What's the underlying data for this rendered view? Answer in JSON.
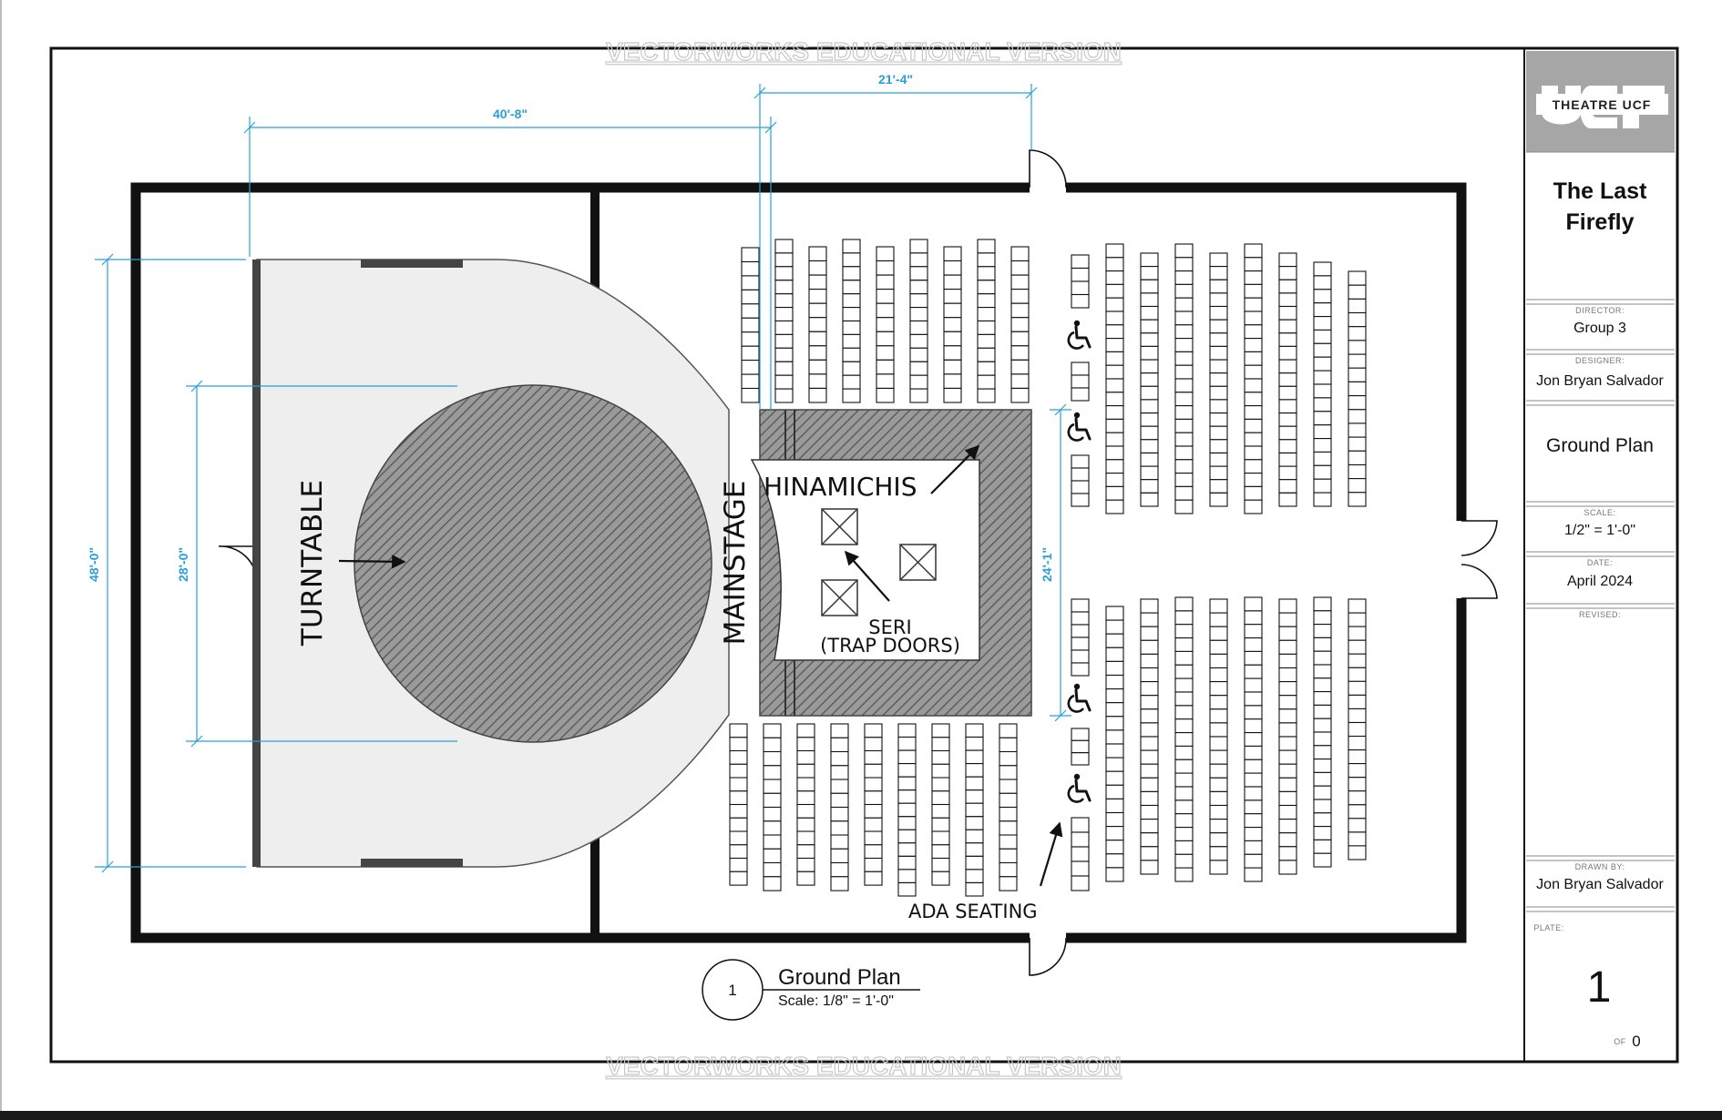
{
  "watermark": "VECTORWORKS EDUCATIONAL VERSION",
  "labels": {
    "turntable": "TURNTABLE",
    "mainstage": "MAINSTAGE",
    "hinamichis": "HINAMICHIS",
    "seri_line1": "SERI",
    "seri_line2": "(TRAP DOORS)",
    "ada": "ADA SEATING"
  },
  "dimensions": {
    "width_stage": "40'-8\"",
    "width_hanamichi": "21'-4\"",
    "height_overall": "48'-0\"",
    "height_turntable": "28'-0\"",
    "height_stage": "24'-1\""
  },
  "drawing_title": {
    "number": "1",
    "title": "Ground Plan",
    "scale": "Scale: 1/8\" = 1'-0\""
  },
  "title_block": {
    "logo_text": "THEATRE UCF",
    "show_title_line1": "The Last",
    "show_title_line2": "Firefly",
    "director_label": "DIRECTOR:",
    "director": "Group 3",
    "designer_label": "DESIGNER:",
    "designer": "Jon Bryan Salvador",
    "sheet_title": "Ground Plan",
    "scale_label": "SCALE:",
    "scale": "1/2\" = 1'-0\"",
    "date_label": "DATE:",
    "date": "April 2024",
    "revised_label": "REVISED:",
    "drawn_by_label": "DRAWN BY:",
    "drawn_by": "Jon Bryan Salvador",
    "plate_label": "PLATE:",
    "plate": "1",
    "of_label": "OF",
    "of_total": "0"
  },
  "colors": {
    "dimension": "#2a9fd8",
    "wall": "#111111",
    "stage_fill": "#eeeeee",
    "hatch": "#8a8a8a",
    "title_block_header": "#a6a6a6"
  },
  "icons": [
    "wheelchair-icon"
  ]
}
